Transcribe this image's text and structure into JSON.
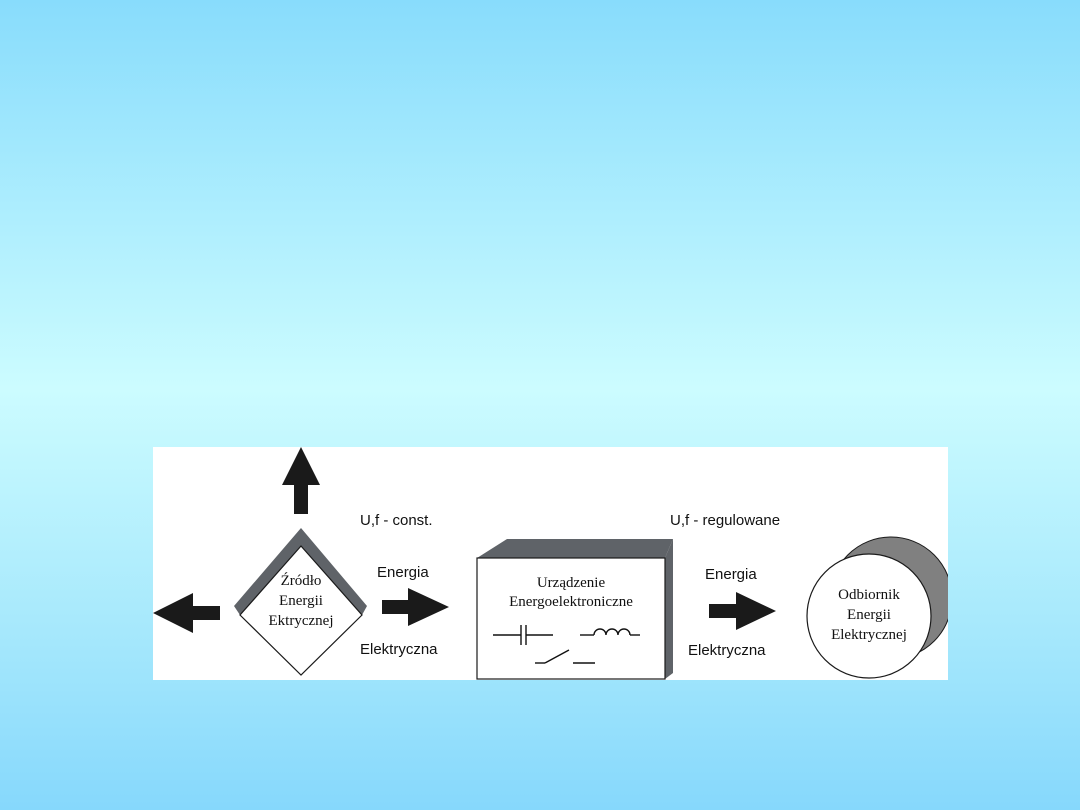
{
  "diagram": {
    "source": {
      "line1": "Źródło",
      "line2": "Energii",
      "line3": "Ektrycznej"
    },
    "link1": {
      "condition": "U,f - const.",
      "top_label": "Energia",
      "bottom_label": "Elektryczna"
    },
    "converter": {
      "line1": "Urządzenie",
      "line2": "Energoelektroniczne"
    },
    "link2": {
      "condition": "U,f - regulowane",
      "top_label": "Energia",
      "bottom_label": "Elektryczna"
    },
    "load": {
      "line1": "Odbiornik",
      "line2": "Energii",
      "line3": "Elektrycznej"
    }
  },
  "colors": {
    "arrow": "#1a1a1a",
    "shadow": "#5f6368",
    "load_shadow": "#808080"
  }
}
